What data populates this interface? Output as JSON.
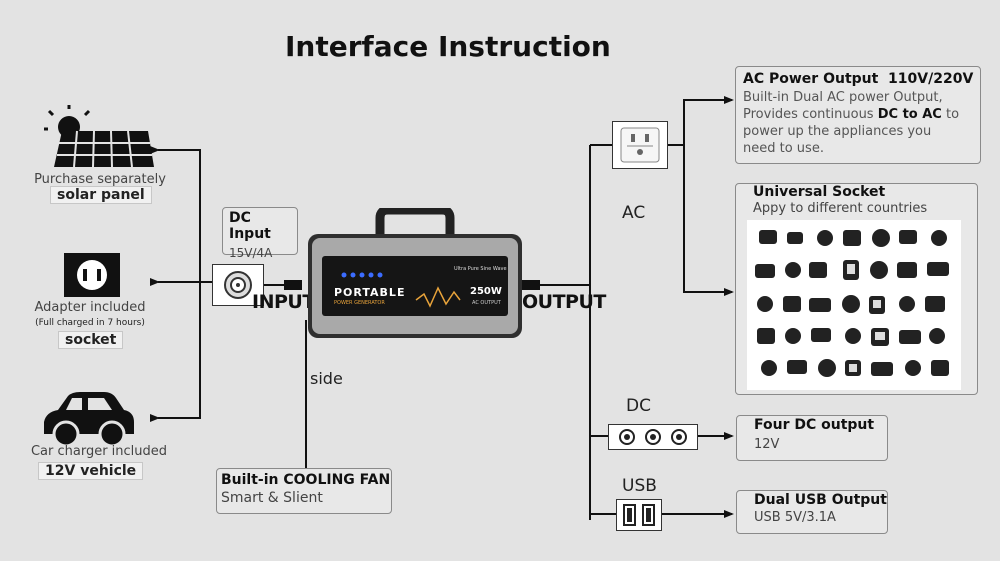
{
  "title": "Interface Instruction",
  "sources": [
    {
      "caption": "Purchase separately",
      "caption2": "",
      "label": "solar panel",
      "icon": "solar-panel-icon"
    },
    {
      "caption": "Adapter included",
      "caption2": "(Full charged in 7 hours)",
      "label": "socket",
      "icon": "wall-socket-icon"
    },
    {
      "caption": "Car charger included",
      "caption2": "",
      "label": "12V vehicle",
      "icon": "car-icon"
    }
  ],
  "dc_input": {
    "title": "DC Input",
    "value": "15V/4A"
  },
  "input_label": "INPUT",
  "output_label": "OUTPUT",
  "side_label": "side",
  "cooling_fan": {
    "title": "Built-in COOLING FAN",
    "subtitle": "Smart & Slient"
  },
  "generator": {
    "brand": "PORTABLE",
    "sub": "POWER GENERATOR",
    "wattage": "250W",
    "ac_output": "AC OUTPUT",
    "wave": "Ultra Pure Sine Wave"
  },
  "ports": {
    "ac": "AC",
    "dc": "DC",
    "usb": "USB"
  },
  "ac_output": {
    "title": "AC Power Output  110V/220V",
    "line1": "Built-in Dual AC power Output,",
    "line2_pre": "Provides continuous ",
    "line2_bold": "DC to AC",
    "line2_post": " to",
    "line3": "power up the appliances you",
    "line4": "need to use."
  },
  "universal_socket": {
    "title": "Universal Socket",
    "subtitle": "Appy to different countries"
  },
  "dc_output": {
    "title": "Four DC output",
    "value": "12V"
  },
  "usb_output": {
    "title": "Dual USB Output",
    "value": "USB 5V/3.1A"
  },
  "colors": {
    "background": "#e3e3e3",
    "generator_body": "#2f2f2f",
    "accent": "#e8a33a",
    "led": "#3b6cff"
  }
}
